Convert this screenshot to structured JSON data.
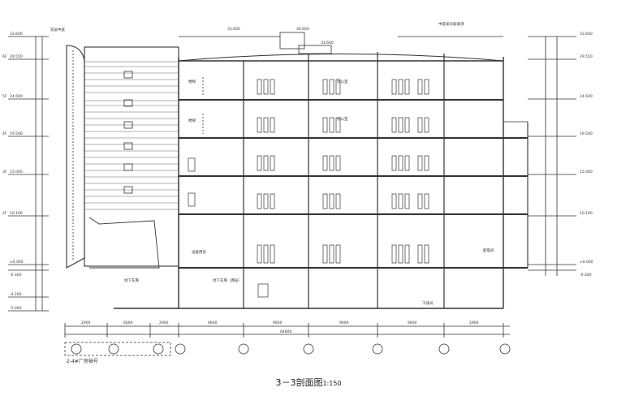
{
  "caption": {
    "title": "3－3剖面图",
    "scale": "1:150"
  },
  "level_labels_left": [
    {
      "el": "33.600"
    },
    {
      "el": "29.550",
      "floor": "6F"
    },
    {
      "el": "24.600",
      "floor": "5F"
    },
    {
      "el": "19.500",
      "floor": "4F"
    },
    {
      "el": "15.000",
      "floor": "3F"
    },
    {
      "el": "10.100",
      "floor": "2F"
    },
    {
      "el": "±0.000"
    },
    {
      "el": "-0.300"
    },
    {
      "el": "-4.200"
    },
    {
      "el": "-5.000"
    }
  ],
  "level_labels_right": [
    "33.600",
    "29.550",
    "24.600",
    "19.500",
    "15.000",
    "10.100",
    "±0.000",
    "-0.300"
  ],
  "roof_labels": [
    "33.600",
    "30.600",
    "31.600",
    "中庭采光玻璃顶"
  ],
  "room_labels": [
    "楼梯",
    "楼梯",
    "办公室",
    "办公室",
    "设备用房",
    "地下车库",
    "地下车库（两层）",
    "工具间",
    "配电间"
  ],
  "top_left_note": "双层中庭",
  "axis_dims": [
    "2900",
    "6000",
    "2900",
    "9600",
    "9600",
    "9600",
    "9600",
    "2900"
  ],
  "total_dim": "64800",
  "axis_legend": "2-4#厂房轴号"
}
